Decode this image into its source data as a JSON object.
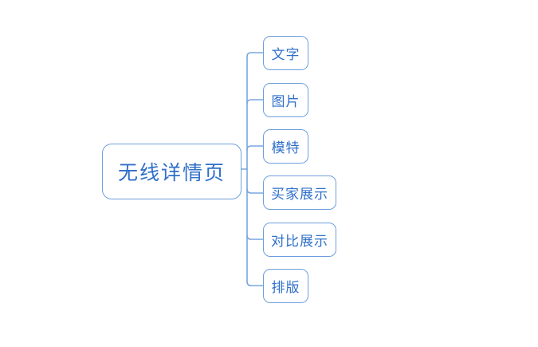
{
  "diagram": {
    "type": "mindmap",
    "orientation": "left-to-right",
    "background_color": "#ffffff",
    "node_border_color": "#6e9fdd",
    "node_text_color": "#2f6fc9",
    "connector_color": "#7aa6e0",
    "root": {
      "label": "无线详情页"
    },
    "children": [
      {
        "label": "文字"
      },
      {
        "label": "图片"
      },
      {
        "label": "模特"
      },
      {
        "label": "买家展示"
      },
      {
        "label": "对比展示"
      },
      {
        "label": "排版"
      }
    ]
  }
}
